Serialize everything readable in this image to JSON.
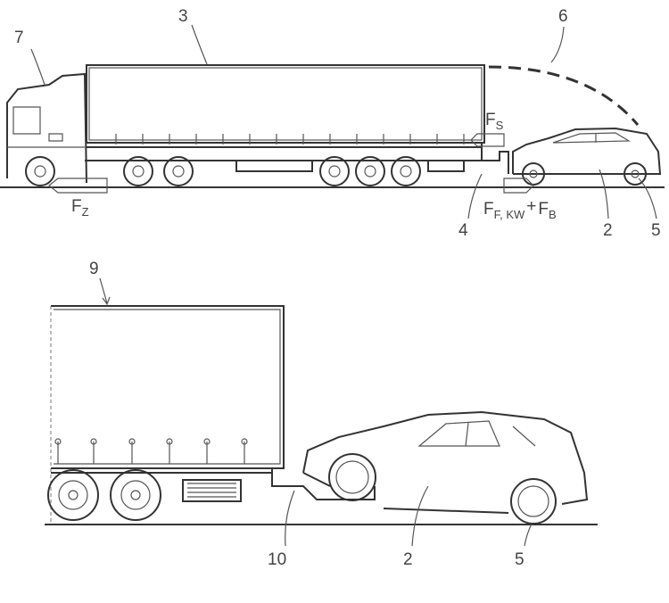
{
  "figure_top": {
    "labels": {
      "tractor": "7",
      "trailer": "3",
      "trajectory": "6",
      "coupling": "4",
      "vehicle": "2",
      "wheel": "5"
    },
    "forces": {
      "support": {
        "main": "F",
        "sub": "S"
      },
      "traction": {
        "main": "F",
        "sub": "Z"
      },
      "vehicle_force": {
        "main": "F",
        "sub": "F, KW",
        "plus": "+",
        "main2": "F",
        "sub2": "B"
      }
    }
  },
  "figure_bottom": {
    "labels": {
      "trailer": "9",
      "coupling": "10",
      "vehicle": "2",
      "wheel": "5"
    }
  }
}
